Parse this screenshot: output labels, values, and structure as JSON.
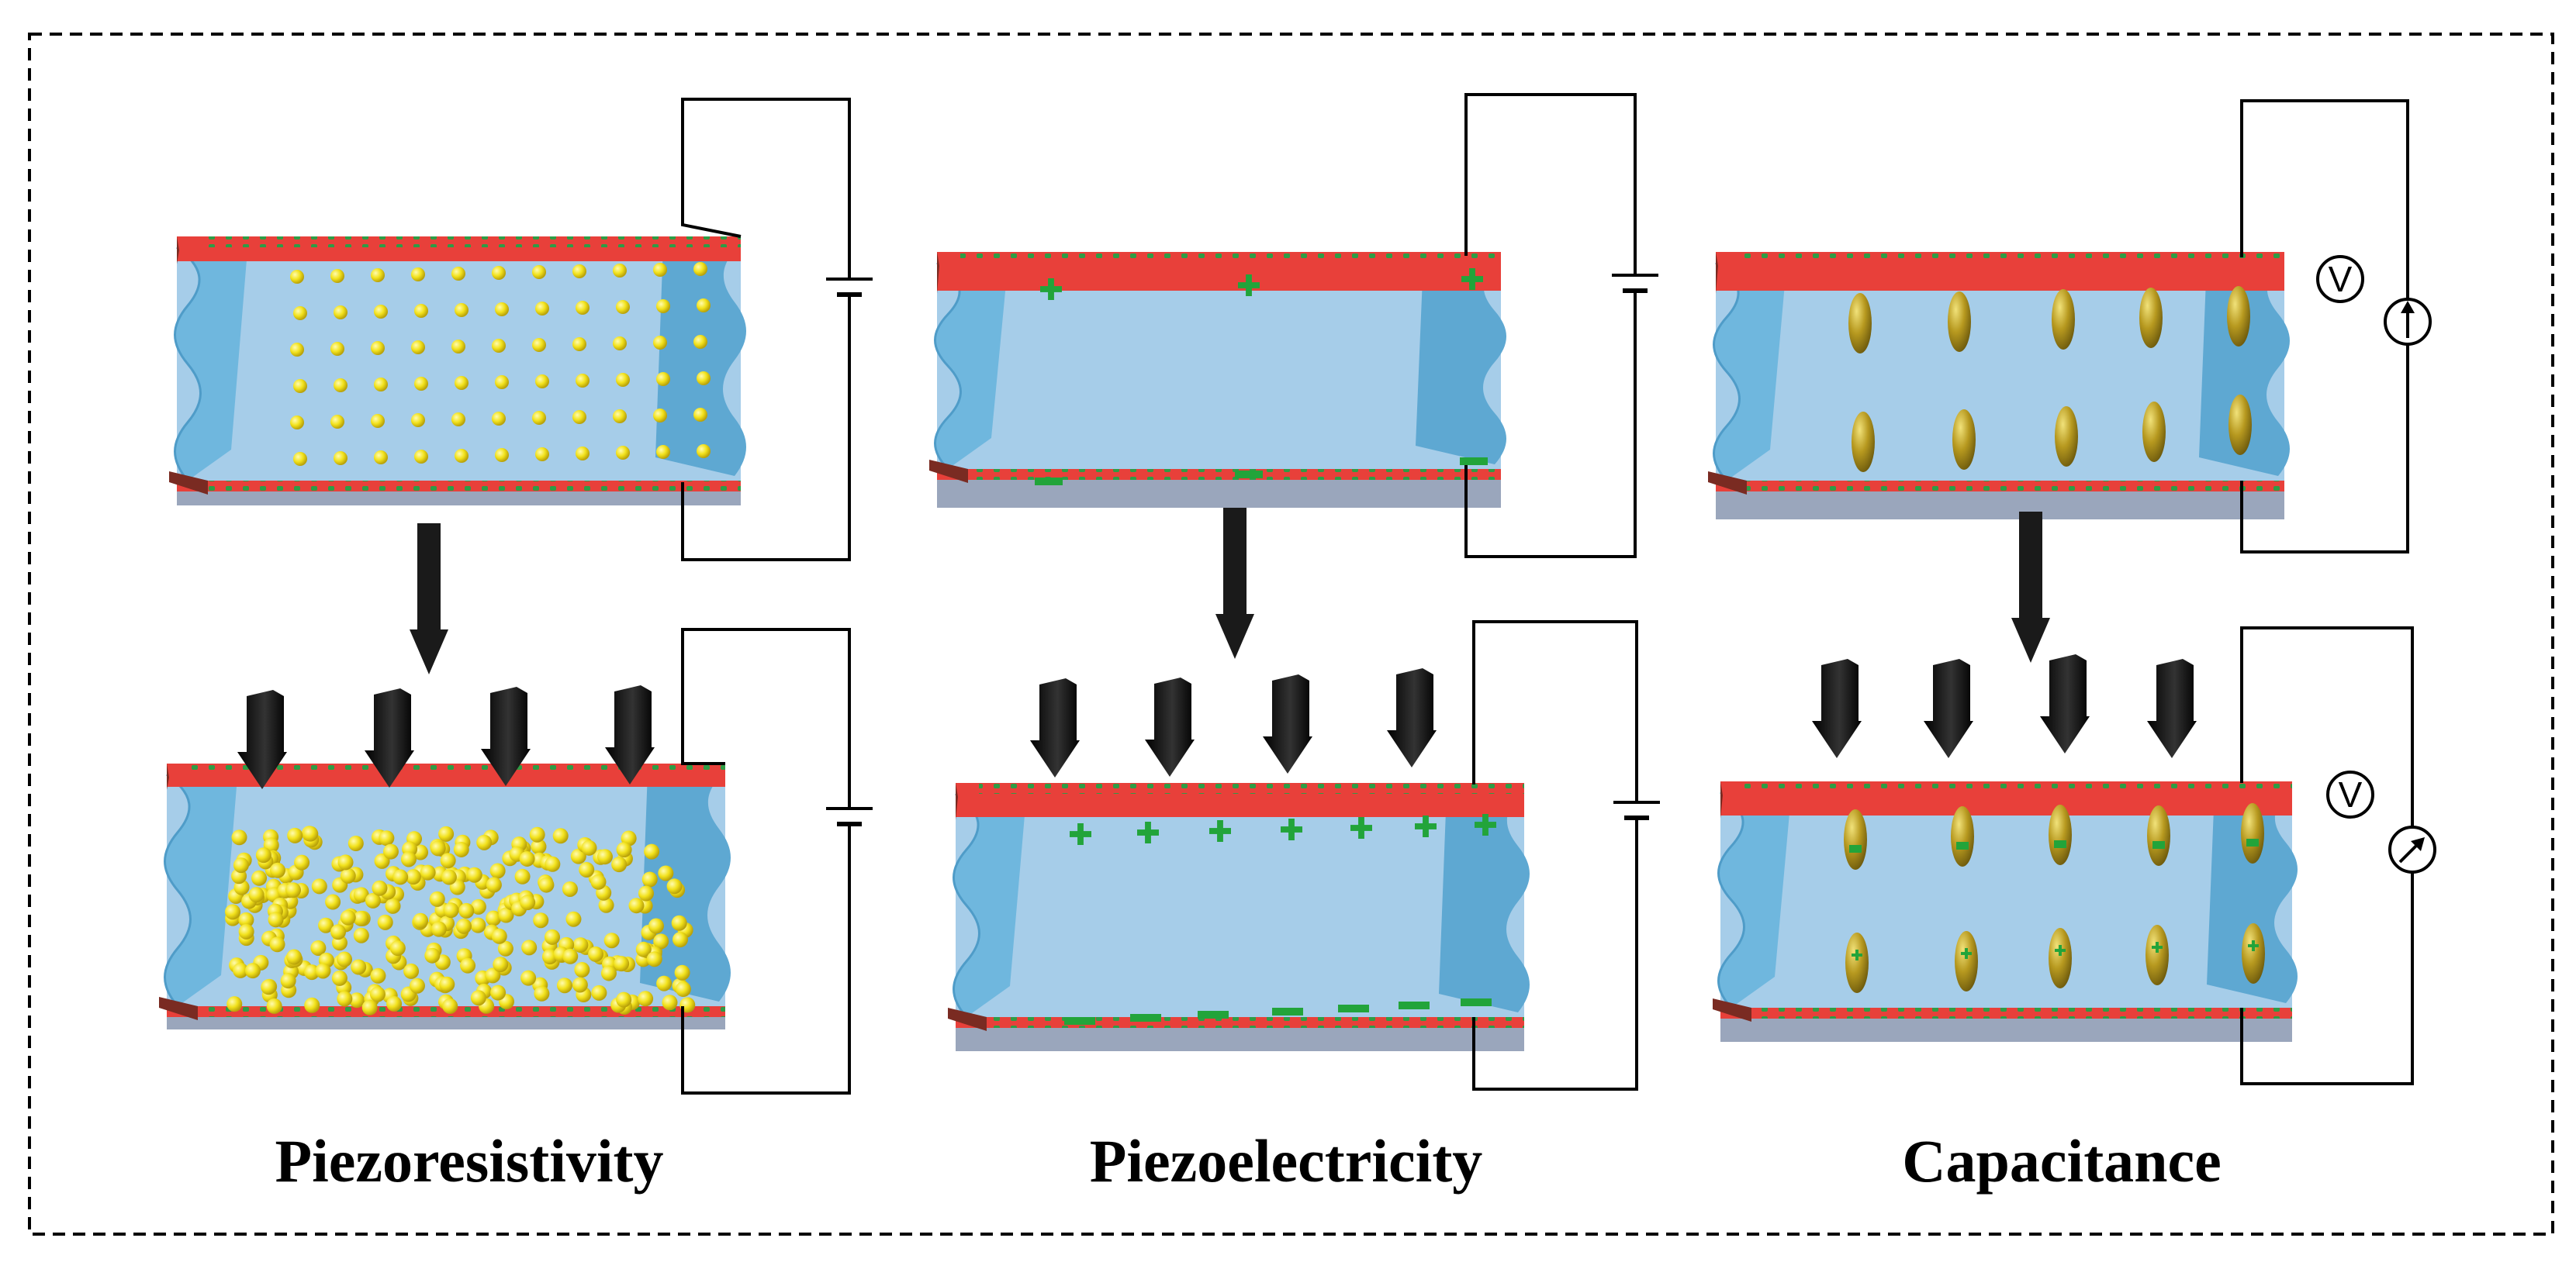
{
  "labels": {
    "piezoresistivity": "Piezoresistivity",
    "piezoelectricity": "Piezoelectricity",
    "capacitance": "Capacitance",
    "voltmeter_top": "V",
    "voltmeter_bottom": "V"
  },
  "symbols": {
    "plus": "+",
    "minus": "−"
  },
  "colors": {
    "electrode_red": "#e8403a",
    "electrode_dark": "#7a2b22",
    "electrode_dots": "#2e9c45",
    "body_blue": "#6fb7de",
    "body_light": "#a6cde9",
    "floor_gray": "#9aa6bc",
    "particle_yellow": "#f2e21c",
    "ellipsoid_gold": "#b7991f",
    "charge_green": "#22a43a",
    "arrow_black": "#111111"
  }
}
